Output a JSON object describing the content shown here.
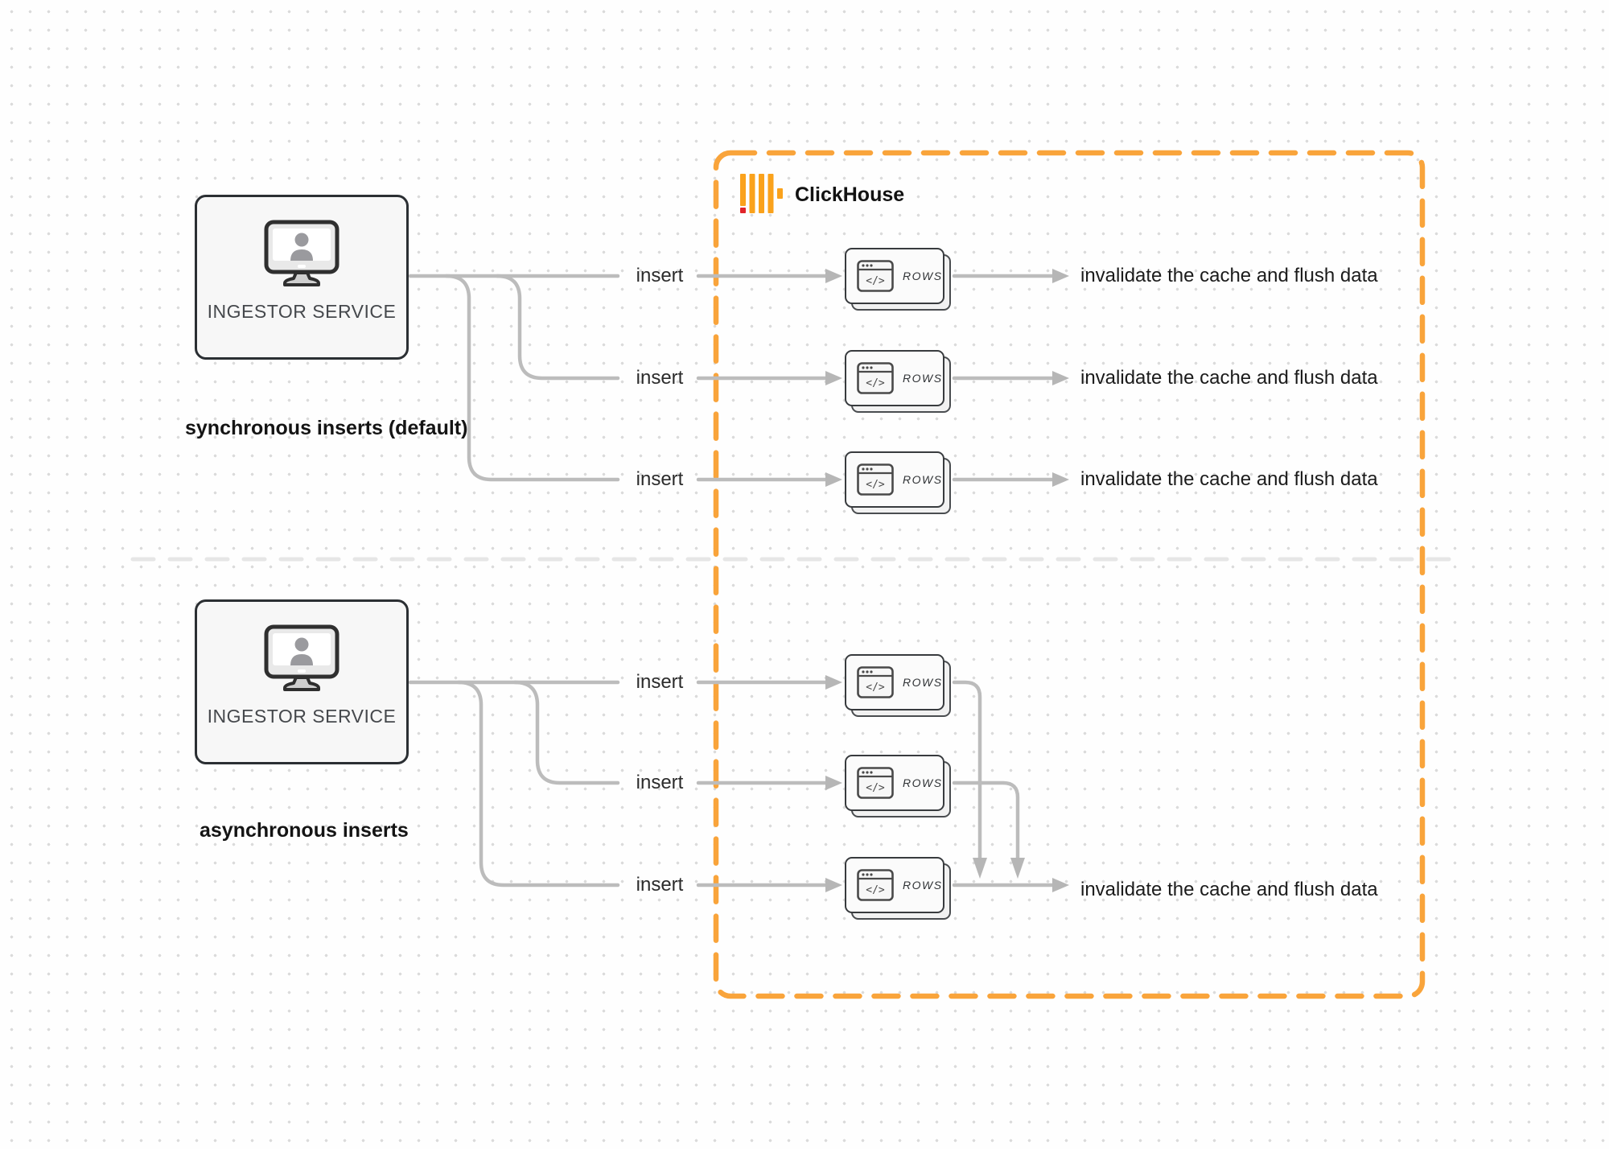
{
  "clickhouse": {
    "label": "ClickHouse",
    "boundary_color": "#F9A43B",
    "logo_bar_color": "#FAA21C",
    "logo_accent_color": "#E1242A"
  },
  "sync": {
    "actor": "INGESTOR SERVICE",
    "caption": "synchronous inserts (default)",
    "rows": [
      {
        "insert": "insert",
        "node": "ROWS",
        "result": "invalidate the cache and flush data"
      },
      {
        "insert": "insert",
        "node": "ROWS",
        "result": "invalidate the cache and flush data"
      },
      {
        "insert": "insert",
        "node": "ROWS",
        "result": "invalidate the cache and flush data"
      }
    ]
  },
  "async": {
    "actor": "INGESTOR SERVICE",
    "caption": "asynchronous inserts",
    "rows": [
      {
        "insert": "insert",
        "node": "ROWS"
      },
      {
        "insert": "insert",
        "node": "ROWS"
      },
      {
        "insert": "insert",
        "node": "ROWS"
      }
    ],
    "result": "invalidate the cache and flush data"
  },
  "rows_card": {
    "code_glyph": "</>"
  }
}
